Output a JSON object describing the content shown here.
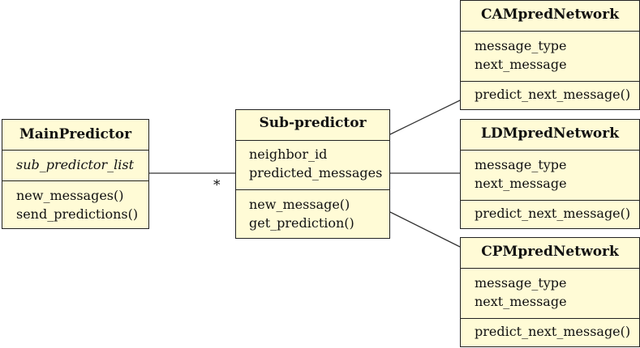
{
  "classes": {
    "main_predictor": {
      "name": "MainPredictor",
      "attributes": [
        "sub_predictor_list"
      ],
      "operations": [
        "new_messages()",
        "send_predictions()"
      ]
    },
    "sub_predictor": {
      "name": "Sub-predictor",
      "attributes": [
        "neighbor_id",
        "predicted_messages"
      ],
      "operations": [
        "new_message()",
        "get_prediction()"
      ]
    },
    "cam_pred_network": {
      "name": "CAMpredNetwork",
      "attributes": [
        "message_type",
        "next_message"
      ],
      "operations": [
        "predict_next_message()"
      ]
    },
    "ldm_pred_network": {
      "name": "LDMpredNetwork",
      "attributes": [
        "message_type",
        "next_message"
      ],
      "operations": [
        "predict_next_message()"
      ]
    },
    "cpm_pred_network": {
      "name": "CPMpredNetwork",
      "attributes": [
        "message_type",
        "next_message"
      ],
      "operations": [
        "predict_next_message()"
      ]
    }
  },
  "associations": {
    "main_to_sub_multiplicity": "*"
  },
  "colors": {
    "box_fill": "#fffbd6",
    "box_border": "#222222",
    "line": "#333333"
  }
}
